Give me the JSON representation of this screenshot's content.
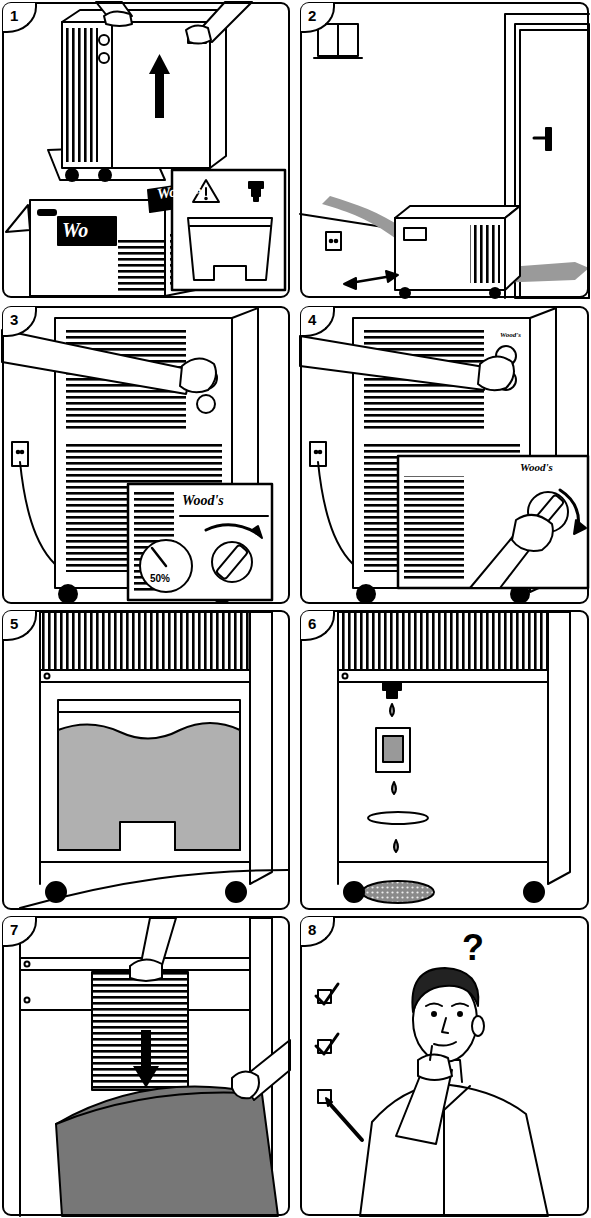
{
  "diagram": {
    "nodes": [
      {
        "text": [
          "1"
        ]
      },
      {
        "text": [
          "2"
        ]
      },
      {
        "text": [
          "3"
        ]
      },
      {
        "text": [
          "4"
        ]
      },
      {
        "text": [
          "5"
        ]
      },
      {
        "text": [
          "6"
        ]
      },
      {
        "text": [
          "7"
        ]
      },
      {
        "text": [
          "8"
        ]
      }
    ],
    "labels": [
      "Wood's",
      "Wo",
      "Wood's",
      "50%",
      "Wood's",
      "Wood's",
      "?"
    ]
  }
}
